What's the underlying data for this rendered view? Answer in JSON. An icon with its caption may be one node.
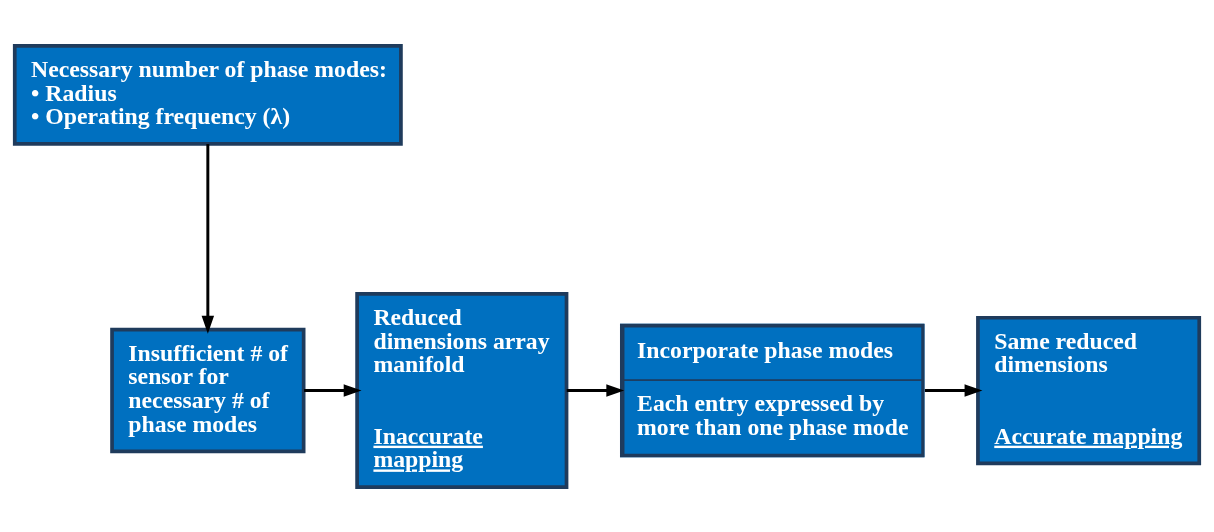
{
  "diagram": {
    "nodes": [
      {
        "text": [
          "Necessary number of phase modes:",
          "• Radius",
          "• Operating frequency (λ)"
        ]
      },
      {
        "text": [
          "Insufficient # of sensor for necessary # of phase modes"
        ]
      },
      {
        "text": [
          "Reduced dimensions array manifold",
          "Inaccurate mapping"
        ]
      },
      {
        "text": [
          "Incorporate phase modes",
          "Each entry expressed by more than one phase mode"
        ]
      },
      {
        "text": [
          "Same reduced dimensions",
          "Accurate mapping"
        ]
      }
    ],
    "edges": [
      {
        "from": 0,
        "to": 1,
        "arrow": "to"
      },
      {
        "from": 1,
        "to": 2,
        "arrow": "to"
      },
      {
        "from": 2,
        "to": 3,
        "arrow": "to"
      },
      {
        "from": 3,
        "to": 4,
        "arrow": "to"
      }
    ]
  }
}
